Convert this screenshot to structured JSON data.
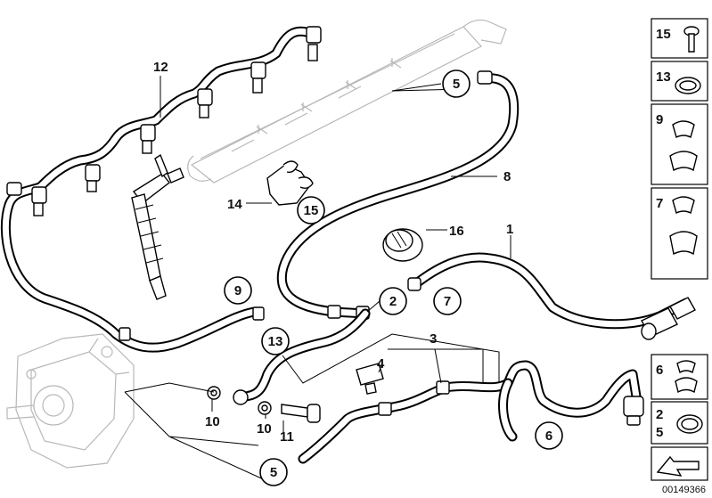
{
  "callouts": {
    "c12": "12",
    "c5_top": "5",
    "c8": "8",
    "c14": "14",
    "c15_circle": "15",
    "c16": "16",
    "c1": "1",
    "c9_circle": "9",
    "c2_circle": "2",
    "c7_circle": "7",
    "c13_circle": "13",
    "c3": "3",
    "c4": "4",
    "c10_a": "10",
    "c10_b": "10",
    "c11": "11",
    "c6_circle": "6",
    "c5_bottom": "5"
  },
  "legend": {
    "items": [
      "15",
      "13",
      "9",
      "7",
      "6",
      "2",
      "5"
    ]
  },
  "image_number": "00149366"
}
